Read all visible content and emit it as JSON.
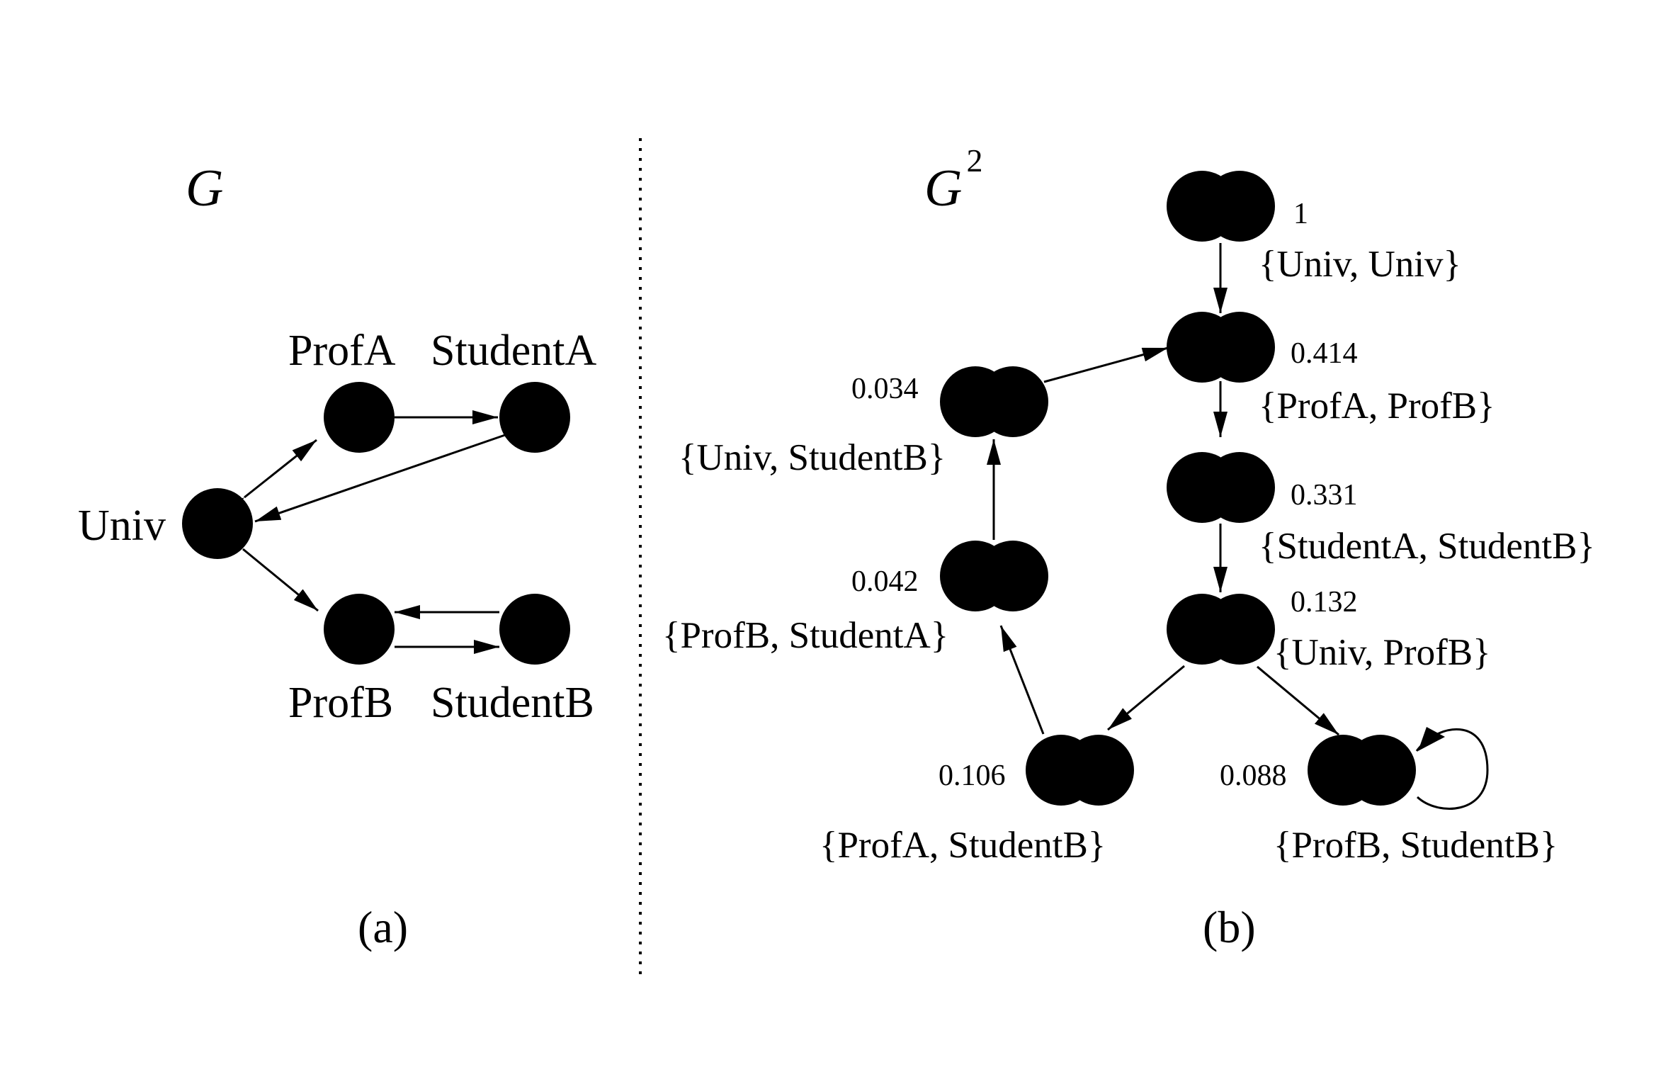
{
  "graph_a": {
    "title": "G",
    "caption": "(a)",
    "nodes": {
      "univ": "Univ",
      "profA": "ProfA",
      "studentA": "StudentA",
      "profB": "ProfB",
      "studentB": "StudentB"
    }
  },
  "graph_b": {
    "title": "G",
    "title_sup": "2",
    "caption": "(b)",
    "nodes": {
      "univ_univ": {
        "value": "1",
        "pair": "{Univ, Univ}"
      },
      "profA_profB": {
        "value": "0.414",
        "pair": "{ProfA, ProfB}"
      },
      "studentA_studentB": {
        "value": "0.331",
        "pair": "{StudentA, StudentB}"
      },
      "univ_profB": {
        "value": "0.132",
        "pair": "{Univ, ProfB}"
      },
      "univ_studentB": {
        "value": "0.034",
        "pair": "{Univ, StudentB}"
      },
      "profB_studentA": {
        "value": "0.042",
        "pair": "{ProfB, StudentA}"
      },
      "profA_studentB": {
        "value": "0.106",
        "pair": "{ProfA, StudentB}"
      },
      "profB_studentB": {
        "value": "0.088",
        "pair": "{ProfB, StudentB}"
      }
    }
  }
}
